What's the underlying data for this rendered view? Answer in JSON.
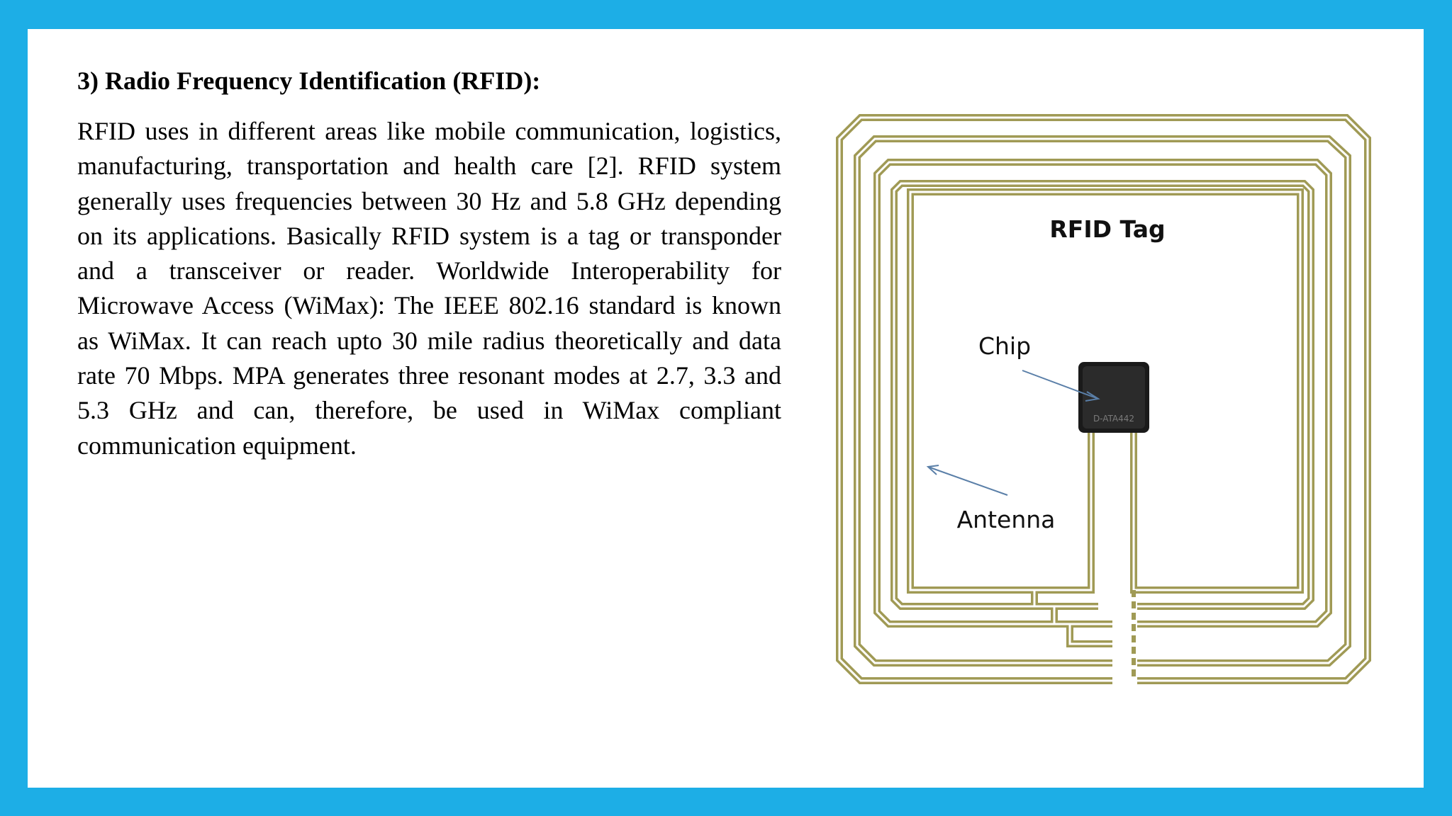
{
  "heading": "3) Radio Frequency Identification (RFID):",
  "body": "RFID uses in different areas like mobile communication, logistics, manufacturing, transportation and health care [2]. RFID system generally uses frequencies between 30 Hz and 5.8 GHz depending on its applications. Basically RFID system is a tag or transponder and a transceiver or reader. Worldwide Interoperability for Microwave Access (WiMax): The IEEE 802.16 standard is known as WiMax. It can reach upto 30 mile radius theoretically and data rate 70 Mbps. MPA generates three resonant modes at 2.7, 3.3 and 5.3 GHz and can, therefore, be used in WiMax compliant communication equipment.",
  "figure": {
    "title": "RFID Tag",
    "chip_label": "Chip",
    "antenna_label": "Antenna",
    "chip_marking": "D-ATA442"
  },
  "colors": {
    "frame": "#1daee6",
    "antenna_trace": "#a09a55",
    "chip": "#1a1a1a"
  }
}
